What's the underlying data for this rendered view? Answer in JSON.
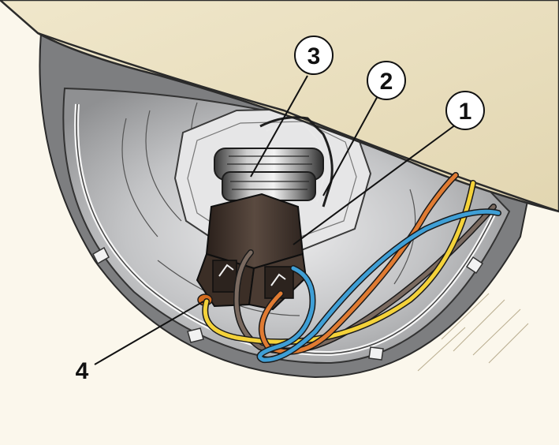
{
  "callouts": [
    {
      "id": "1",
      "label": "1"
    },
    {
      "id": "2",
      "label": "2"
    },
    {
      "id": "3",
      "label": "3"
    },
    {
      "id": "4",
      "label": "4"
    }
  ],
  "colors": {
    "body_panel": "#ede4c7",
    "housing_dark": "#7b7b7d",
    "reflector": "#c9cacc",
    "connector": "#3b2e26",
    "wire_blue": "#3f9fd6",
    "wire_orange": "#e07b32",
    "wire_yellow": "#f4d23a",
    "wire_brown": "#7a6a60"
  }
}
